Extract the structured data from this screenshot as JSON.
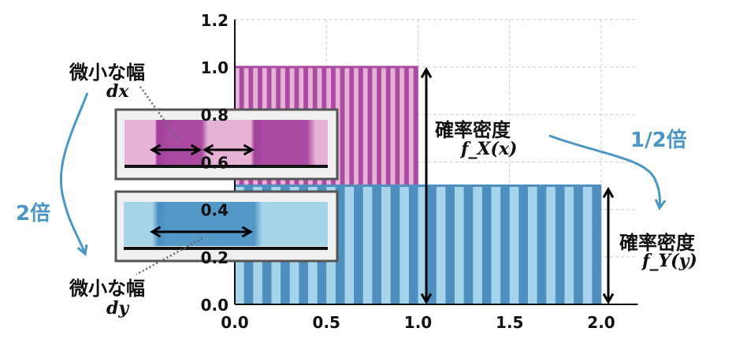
{
  "colors": {
    "magenta_dark": "#ab4ba3",
    "magenta_light": "#e6b3d6",
    "blue_dark": "#4f8fc0",
    "blue_light": "#a6d4ea",
    "accent_blue": "#4a96c4"
  },
  "labels": {
    "small_width_top": "微小な幅",
    "dx": "dx",
    "small_width_bottom": "微小な幅",
    "dy": "dy",
    "times_two": "2倍",
    "times_half": "1/2倍",
    "density_x": "確率密度",
    "fx": "f_X(x)",
    "density_y": "確率密度",
    "fy": "f_Y(y)"
  },
  "chart_data": {
    "type": "area",
    "xlim": [
      0,
      2.2
    ],
    "ylim": [
      0,
      1.2
    ],
    "x_ticks": [
      "0.0",
      "0.5",
      "1.0",
      "1.5",
      "2.0"
    ],
    "y_ticks": [
      "0.0",
      "0.2",
      "0.4",
      "0.6",
      "0.8",
      "1.0",
      "1.2"
    ],
    "grid": true,
    "series": [
      {
        "name": "f_X(x)",
        "x_range": [
          0,
          1
        ],
        "value": 1.0,
        "stripe_width": 0.025
      },
      {
        "name": "f_Y(y)",
        "x_range": [
          0,
          2
        ],
        "value": 0.5,
        "stripe_width": 0.05
      }
    ]
  }
}
